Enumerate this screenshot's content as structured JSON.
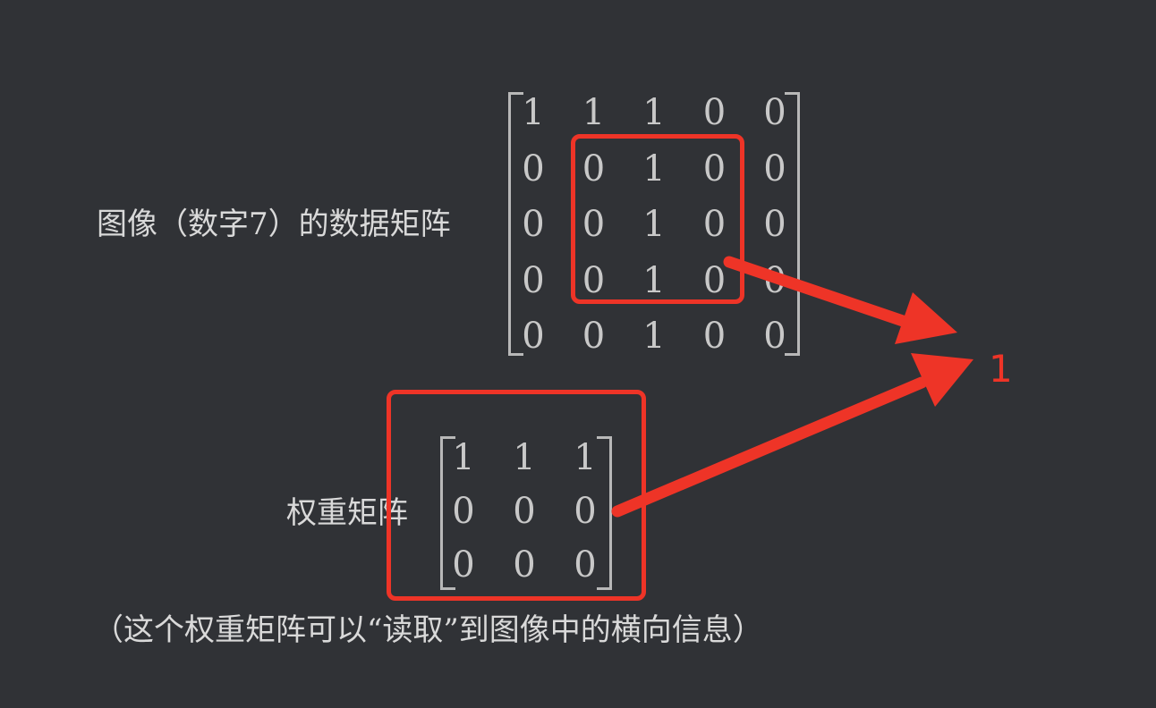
{
  "image_matrix": {
    "label": "图像（数字7）的数据矩阵",
    "rows": [
      [
        "1",
        "1",
        "1",
        "0",
        "0"
      ],
      [
        "0",
        "0",
        "1",
        "0",
        "0"
      ],
      [
        "0",
        "0",
        "1",
        "0",
        "0"
      ],
      [
        "0",
        "0",
        "1",
        "0",
        "0"
      ],
      [
        "0",
        "0",
        "1",
        "0",
        "0"
      ]
    ]
  },
  "weight_matrix": {
    "label": "权重矩阵",
    "rows": [
      [
        "1",
        "1",
        "1"
      ],
      [
        "0",
        "0",
        "0"
      ],
      [
        "0",
        "0",
        "0"
      ]
    ]
  },
  "result": "1",
  "caption": "（这个权重矩阵可以“读取”到图像中的横向信息）",
  "colors": {
    "background": "#303236",
    "highlight": "#ee3427",
    "text": "#d4d4d4"
  }
}
